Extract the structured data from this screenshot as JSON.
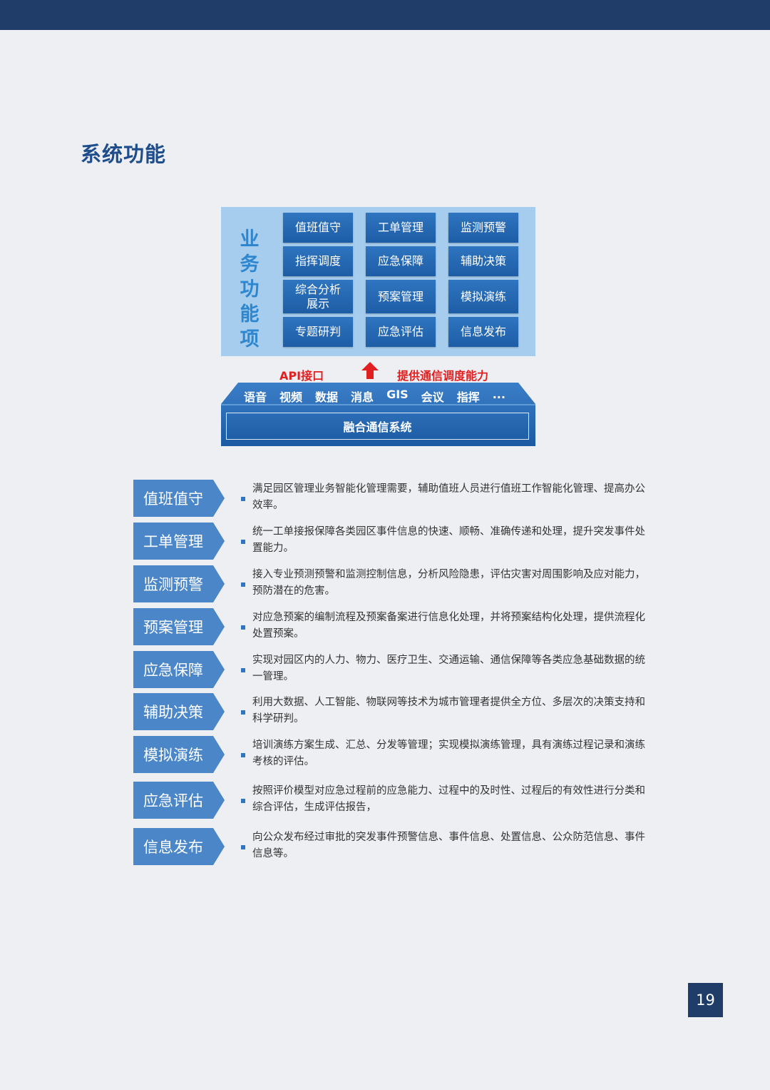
{
  "page": {
    "section_title": "系统功能",
    "page_number": "19"
  },
  "diagram": {
    "vertical_label": [
      "业",
      "务",
      "功",
      "能",
      "项"
    ],
    "business_items": [
      "值班值守",
      "工单管理",
      "监测预警",
      "指挥调度",
      "应急保障",
      "辅助决策",
      "综合分析\n展示",
      "预案管理",
      "模拟演练",
      "专题研判",
      "应急评估",
      "信息发布"
    ],
    "api_label": "API接口",
    "capability_label": "提供通信调度能力",
    "channels": [
      "语音",
      "视频",
      "数据",
      "消息",
      "GIS",
      "会议",
      "指挥",
      "..."
    ],
    "base_system": "融合通信系统"
  },
  "functions": [
    {
      "name": "值班值守",
      "desc": "满足园区管理业务智能化管理需要，辅助值班人员进行值班工作智能化管理、提高办公效率。"
    },
    {
      "name": "工单管理",
      "desc": "统一工单接报保障各类园区事件信息的快速、顺畅、准确传递和处理，提升突发事件处置能力。"
    },
    {
      "name": "监测预警",
      "desc": "接入专业预测预警和监测控制信息，分析风险隐患，评估灾害对周围影响及应对能力，预防潜在的危害。"
    },
    {
      "name": "预案管理",
      "desc": "对应急预案的编制流程及预案备案进行信息化处理，并将预案结构化处理，提供流程化处置预案。"
    },
    {
      "name": "应急保障",
      "desc": "实现对园区内的人力、物力、医疗卫生、交通运输、通信保障等各类应急基础数据的统一管理。"
    },
    {
      "name": "辅助决策",
      "desc": "利用大数据、人工智能、物联网等技术为城市管理者提供全方位、多层次的决策支持和科学研判。"
    },
    {
      "name": "模拟演练",
      "desc": "培训演练方案生成、汇总、分发等管理；实现模拟演练管理，具有演练过程记录和演练考核的评估。"
    },
    {
      "name": "应急评估",
      "desc": "按照评价模型对应急过程前的应急能力、过程中的及时性、过程后的有效性进行分类和综合评估，生成评估报告，"
    },
    {
      "name": "信息发布",
      "desc": "向公众发布经过审批的突发事件预警信息、事件信息、处置信息、公众防范信息、事件信息等。"
    }
  ],
  "colors": {
    "header_bar": "#1f3d68",
    "title": "#1e4d8c",
    "panel": "#a6cdee",
    "tile": "#2068b2",
    "accent_red": "#e02020",
    "tag": "#4a86c8"
  }
}
